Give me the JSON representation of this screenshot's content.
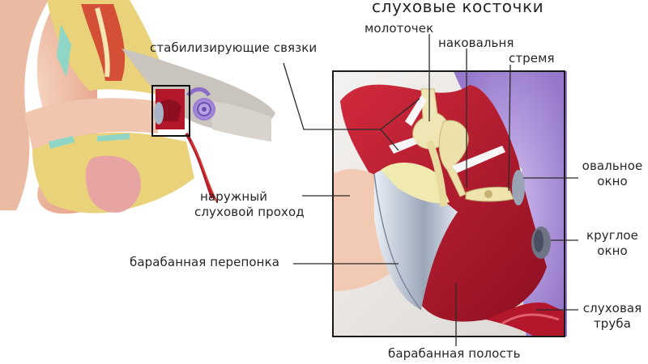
{
  "title": "слуховые косточки",
  "labels": {
    "malleus": "молоточек",
    "incus": "наковальня",
    "stapes": "стремя",
    "ligaments": "стабилизирующие связки",
    "oval_window_1": "овальное",
    "oval_window_2": "окно",
    "ear_canal_1": "наружный",
    "ear_canal_2": "слуховой проход",
    "round_window_1": "круглое",
    "round_window_2": "окно",
    "eardrum": "барабанная перепонка",
    "eustachian_1": "слуховая",
    "eustachian_2": "труба",
    "tympanic_cavity": "барабанная полость"
  },
  "colors": {
    "skin": "#f0c2a8",
    "cartilage": "#e9d27a",
    "flesh_red": "#b3172b",
    "bone_yellow": "#f0e9b0",
    "inner_ear_purple": "#a98ad8",
    "leader_line": "#2a2a2a"
  }
}
